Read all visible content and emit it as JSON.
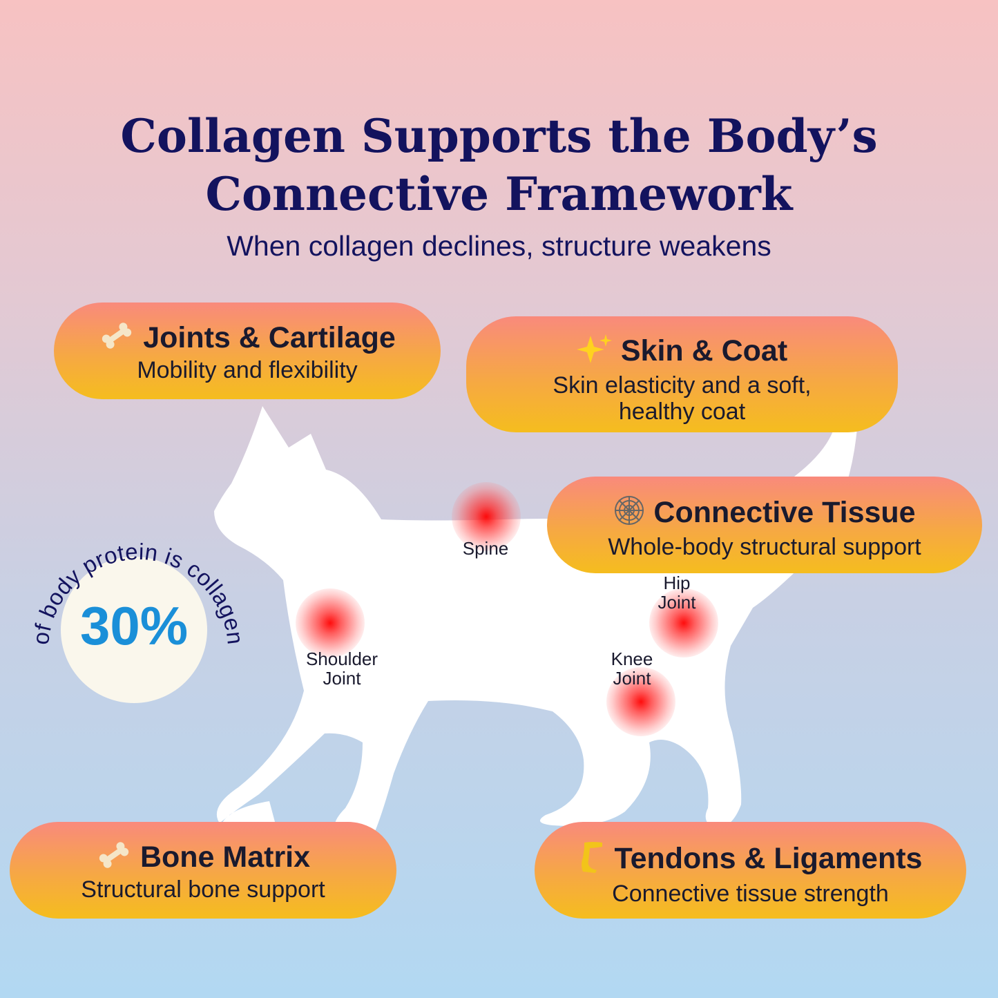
{
  "title_line1": "Collagen Supports the Body’s",
  "title_line2": "Connective Framework",
  "subtitle": "When collagen declines, structure weakens",
  "cards": {
    "joints": {
      "icon": "bone-icon",
      "title": "Joints & Cartilage",
      "desc": "Mobility and flexibility"
    },
    "skin": {
      "icon": "sparkles-icon",
      "title": "Skin & Coat",
      "desc_line1": "Skin elasticity and a soft,",
      "desc_line2": "healthy coat"
    },
    "connective": {
      "icon": "spider-web-icon",
      "title": "Connective Tissue",
      "desc": "Whole-body structural support"
    },
    "bone": {
      "icon": "bone-icon",
      "title": "Bone Matrix",
      "desc": "Structural bone support"
    },
    "tendons": {
      "icon": "leg-icon",
      "title": "Tendons & Ligaments",
      "desc": "Connective tissue strength"
    }
  },
  "joint_labels": {
    "spine": "Spine",
    "shoulder_line1": "Shoulder",
    "shoulder_line2": "Joint",
    "hip_line1": "Hip",
    "hip_line2": "Joint",
    "knee_line1": "Knee",
    "knee_line2": "Joint"
  },
  "stat": {
    "value": "30%",
    "caption": "of body protein is collagen"
  },
  "colors": {
    "navy": "#13135e",
    "stat_blue": "#1a8fd8",
    "pill_top": "#f98a7c",
    "pill_bottom": "#f5bd1e",
    "hotspot": "#ff2020"
  }
}
